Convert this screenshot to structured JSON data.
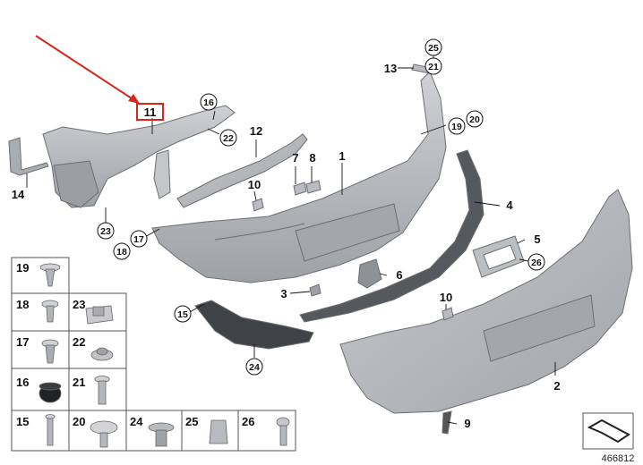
{
  "highlight_color": "#d9261c",
  "part_color": "#b4b7bb",
  "callouts": {
    "p1": "1",
    "p2": "2",
    "p3": "3",
    "p4": "4",
    "p5": "5",
    "p6": "6",
    "p7": "7",
    "p8": "8",
    "p9": "9",
    "p10a": "10",
    "p10b": "10",
    "p11": "11",
    "p12": "12",
    "p13": "13",
    "p14": "14",
    "c15": "15",
    "c16": "16",
    "c17": "17",
    "c18": "18",
    "c19": "19",
    "c20": "20",
    "c21": "21",
    "c22": "22",
    "c23": "23",
    "c24": "24",
    "c25": "25",
    "c26": "26"
  },
  "fastener_grid": {
    "rows": [
      [
        "19"
      ],
      [
        "18",
        "23"
      ],
      [
        "17",
        "22"
      ],
      [
        "16",
        "21"
      ],
      [
        "15",
        "20",
        "24",
        "25",
        "26"
      ]
    ]
  },
  "reference_number": "466812",
  "icons": [
    "red-arrow-icon",
    "box-arrow-icon"
  ]
}
